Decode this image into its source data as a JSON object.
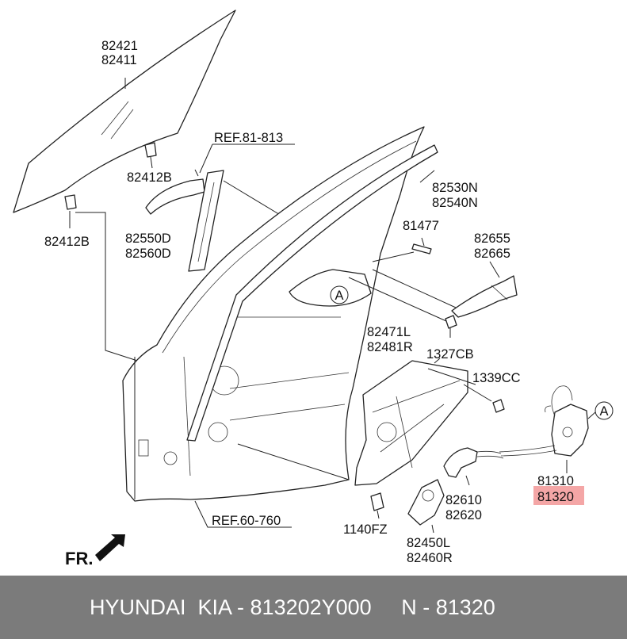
{
  "labels": {
    "glass_a": "82421",
    "glass_b": "82411",
    "clip_top": "82412B",
    "clip_left": "82412B",
    "ref_top": "REF.81-813",
    "channel_a": "82550D",
    "channel_b": "82560D",
    "run_a": "82530N",
    "run_b": "82540N",
    "bolt_top": "81477",
    "handle_a": "82655",
    "handle_b": "82665",
    "reg_a": "82471L",
    "reg_b": "82481R",
    "nut1": "1327CB",
    "nut2": "1339CC",
    "callout_a1": "A",
    "callout_a2": "A",
    "latch_a": "81310",
    "latch_b": "81320",
    "inner_a": "82610",
    "inner_b": "82620",
    "motor_a": "82450L",
    "motor_b": "82460R",
    "bolt_bottom": "1140FZ",
    "ref_bottom": "REF.60-760",
    "front": "FR."
  },
  "highlight_color": "#f4a6a6",
  "footer": {
    "text": "HYUNDAI  KIA - 813202Y000     N - 81320"
  }
}
